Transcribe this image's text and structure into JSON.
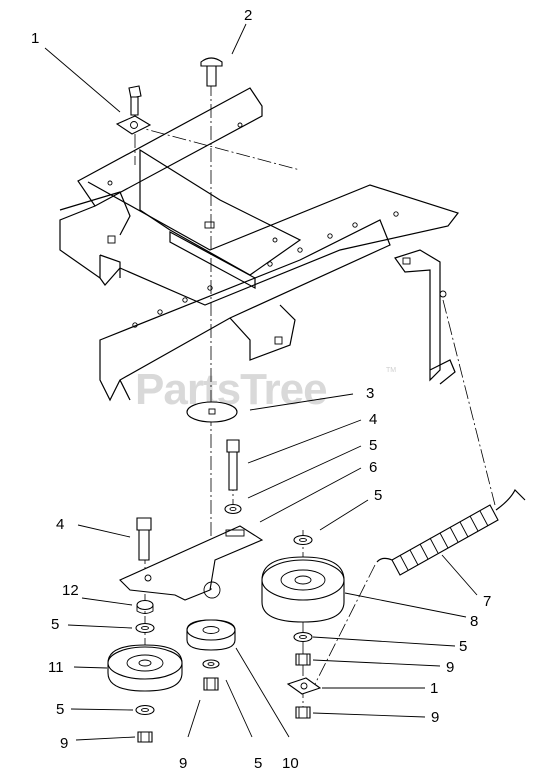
{
  "watermark": {
    "text": "PartsTree",
    "mark": "TM"
  },
  "callouts": [
    {
      "id": "c1a",
      "label": "1"
    },
    {
      "id": "c2",
      "label": "2"
    },
    {
      "id": "c3",
      "label": "3"
    },
    {
      "id": "c4a",
      "label": "4"
    },
    {
      "id": "c5a",
      "label": "5"
    },
    {
      "id": "c6",
      "label": "6"
    },
    {
      "id": "c5b",
      "label": "5"
    },
    {
      "id": "c4b",
      "label": "4"
    },
    {
      "id": "c12",
      "label": "12"
    },
    {
      "id": "c7",
      "label": "7"
    },
    {
      "id": "c5c",
      "label": "5"
    },
    {
      "id": "c8",
      "label": "8"
    },
    {
      "id": "c5d",
      "label": "5"
    },
    {
      "id": "c11",
      "label": "11"
    },
    {
      "id": "c9a",
      "label": "9"
    },
    {
      "id": "c1b",
      "label": "1"
    },
    {
      "id": "c5e",
      "label": "5"
    },
    {
      "id": "c9b",
      "label": "9"
    },
    {
      "id": "c9c",
      "label": "9"
    },
    {
      "id": "c9d",
      "label": "9"
    },
    {
      "id": "c5f",
      "label": "5"
    },
    {
      "id": "c10",
      "label": "10"
    }
  ]
}
